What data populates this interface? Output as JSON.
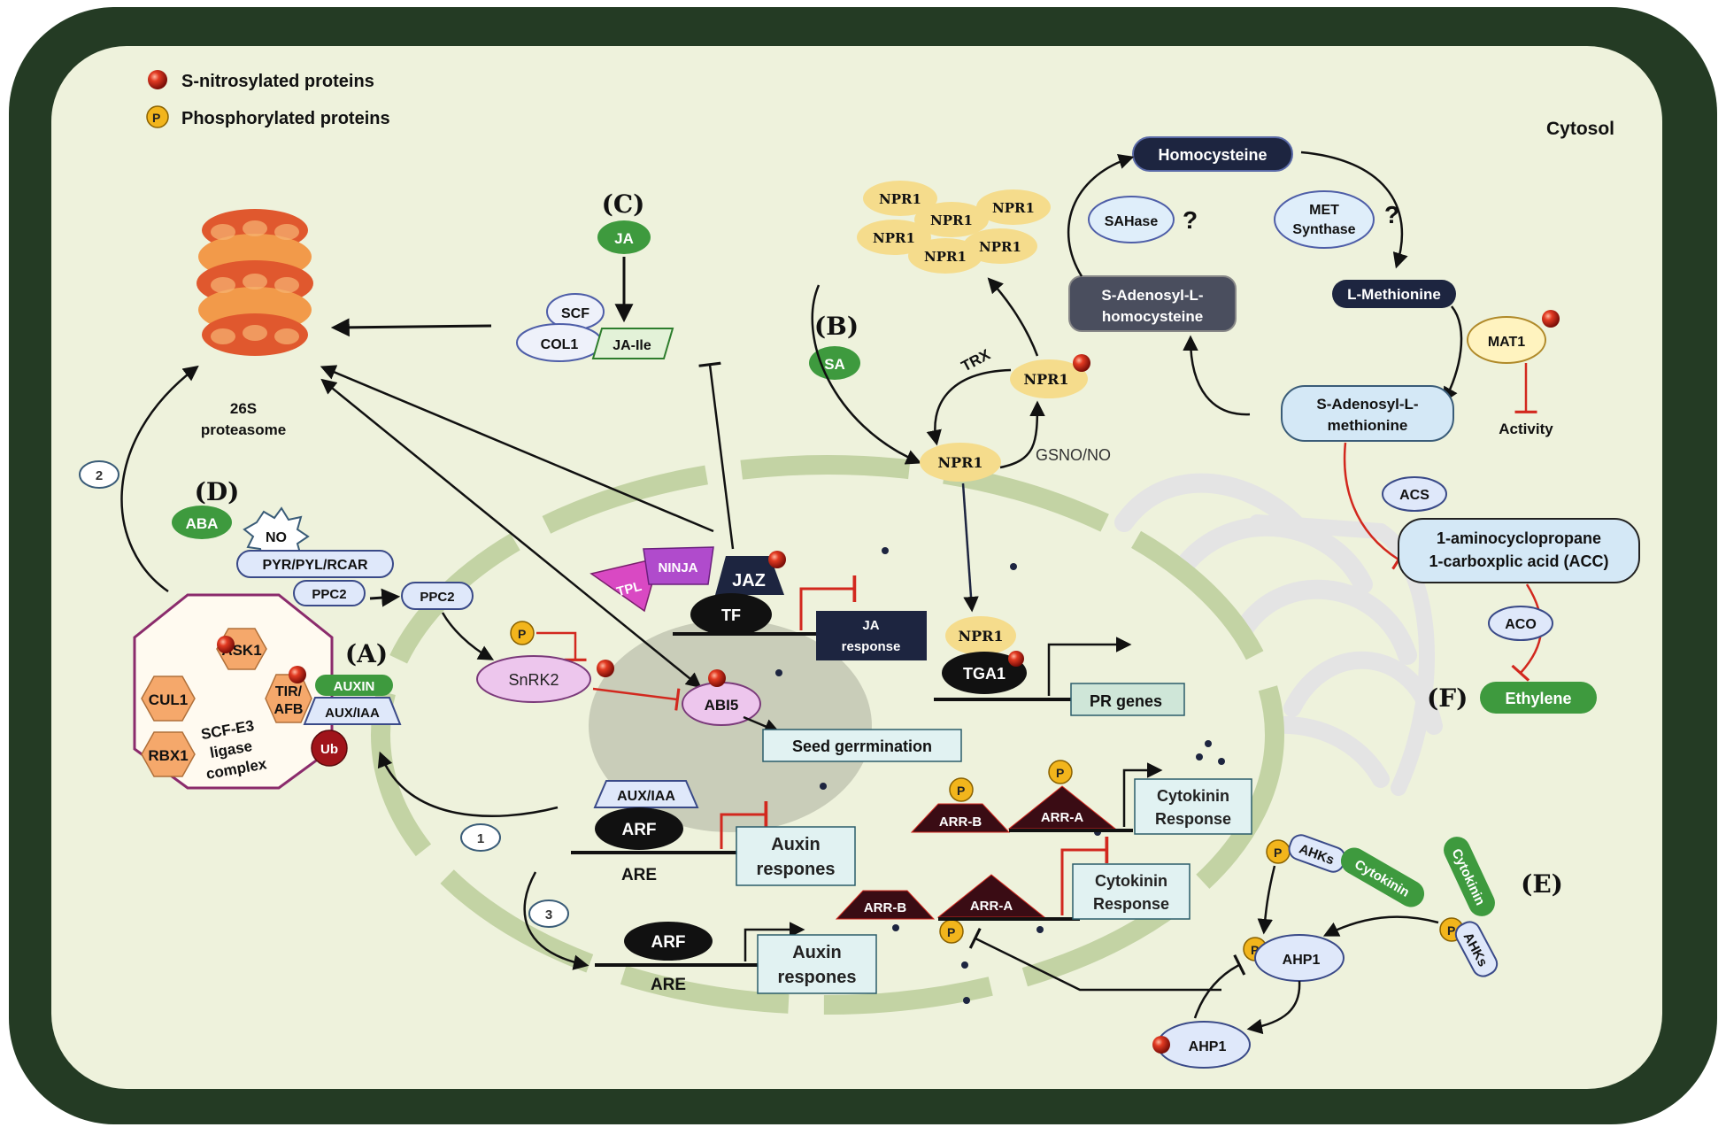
{
  "legend": {
    "snitro": "S-nitrosylated proteins",
    "phospho": "Phosphorylated proteins",
    "p_symbol": "P"
  },
  "compartments": {
    "cytosol": "Cytosol"
  },
  "panels": {
    "A": "(A)",
    "B": "(B)",
    "C": "(C)",
    "D": "(D)",
    "E": "(E)",
    "F": "(F)"
  },
  "proteasome": {
    "line1": "26S",
    "line2": "proteasome"
  },
  "jasmonate": {
    "ja": "JA",
    "scf": "SCF",
    "col1": "COL1",
    "jaile": "JA-Ile",
    "ninja": "NINJA",
    "tpl": "TPL",
    "jaz": "JAZ",
    "tf": "TF",
    "response_l1": "JA",
    "response_l2": "response"
  },
  "salicylate": {
    "sa": "SA",
    "npr1": "NPR1",
    "trx": "TRX",
    "gsno": "GSNO/NO",
    "tga1": "TGA1",
    "pr_genes": "PR genes"
  },
  "methionine_cycle": {
    "homocysteine": "Homocysteine",
    "sahase": "SAHase",
    "q": "?",
    "met_l1": "MET",
    "met_l2": "Synthase",
    "lmet": "L-Methionine",
    "sah_l1": "S-Adenosyl-L-",
    "sah_l2": "homocysteine",
    "mat1": "MAT1",
    "sam_l1": "S-Adenosyl-L-",
    "sam_l2": "methionine",
    "activity": "Activity",
    "acs": "ACS",
    "acc_l1": "1-aminocyclopropane",
    "acc_l2": "1-carboxplic acid (ACC)",
    "aco": "ACO",
    "ethylene": "Ethylene"
  },
  "aba": {
    "aba": "ABA",
    "no": "NO",
    "pyr": "PYR/PYL/RCAR",
    "ppc2": "PPC2",
    "snrk2": "SnRK2",
    "abi5": "ABI5",
    "seed": "Seed gerrmination"
  },
  "auxin": {
    "ask1": "ASK1",
    "cul1": "CUL1",
    "rbx1": "RBX1",
    "tir_l1": "TIR/",
    "tir_l2": "AFB",
    "scf_l1": "SCF-E3",
    "scf_l2": "ligase",
    "scf_l3": "complex",
    "auxin": "AUXIN",
    "auxiaa": "AUX/IAA",
    "ub": "Ub",
    "arf": "ARF",
    "are": "ARE",
    "resp_l1": "Auxin",
    "resp_l2": "respones",
    "step1": "1",
    "step2": "2",
    "step3": "3"
  },
  "cytokinin": {
    "arrb": "ARR-B",
    "arra": "ARR-A",
    "resp_l1": "Cytokinin",
    "resp_l2": "Response",
    "ahks": "AHKs",
    "cytokinin": "Cytokinin",
    "ahp1": "AHP1"
  },
  "colors": {
    "cell_wall": "#243b24",
    "cytoplasm": "#eef2dc",
    "nucleus_membrane": "#c3d3a4",
    "nucleolus": "#c9cdb9",
    "npr1": "#f5dc8c",
    "green_pill": "#3e9a3e",
    "snitro": "#d92b1e",
    "phospho": "#f2b51c",
    "inhibit_red": "#d2281e",
    "scf_border": "#8b2b6c",
    "scf_fill": "#f5a86b",
    "proteasome_red": "#e0582e",
    "proteasome_orange": "#f29a4a",
    "ninja": "#b04bcc",
    "tpl": "#d949c3",
    "dark_navy": "#1d2540",
    "arr": "#3a0c14"
  }
}
